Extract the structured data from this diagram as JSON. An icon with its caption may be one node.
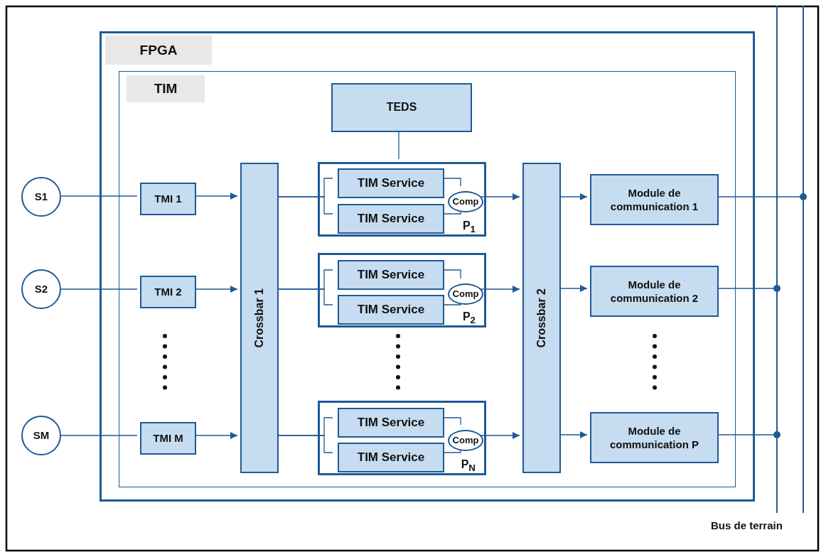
{
  "diagram": {
    "nodes": [
      {
        "text": [
          "FPGA"
        ]
      },
      {
        "text": [
          "TIM"
        ],
        "in": 0
      },
      {
        "text": [
          "TEDS"
        ],
        "in": 1
      },
      {
        "text": [
          "TMI 1"
        ],
        "in": 1
      },
      {
        "text": [
          "TMI 2"
        ],
        "in": 1
      },
      {
        "text": [
          "TMI M"
        ],
        "in": 1
      },
      {
        "text": [
          "Crossbar 1"
        ],
        "in": 1
      },
      {
        "text": [
          "P$_{1}$"
        ],
        "in": 1
      },
      {
        "text": [
          "TIM Service"
        ],
        "in": 7
      },
      {
        "text": [
          "TIM Service"
        ],
        "in": 7
      },
      {
        "text": [
          "Comp"
        ],
        "in": 7
      },
      {
        "text": [
          "P$_{2}$"
        ],
        "in": 1
      },
      {
        "text": [
          "TIM Service"
        ],
        "in": 11
      },
      {
        "text": [
          "TIM Service"
        ],
        "in": 11
      },
      {
        "text": [
          "Comp"
        ],
        "in": 11
      },
      {
        "text": [
          "P$_{N}$"
        ],
        "in": 1
      },
      {
        "text": [
          "TIM Service"
        ],
        "in": 15
      },
      {
        "text": [
          "TIM Service"
        ],
        "in": 15
      },
      {
        "text": [
          "Comp"
        ],
        "in": 15
      },
      {
        "text": [
          "Crossbar 2"
        ],
        "in": 1
      },
      {
        "text": [
          "Module de communication 1"
        ],
        "in": 1
      },
      {
        "text": [
          "Module de communication 2"
        ],
        "in": 1
      },
      {
        "text": [
          "Module de communication P"
        ],
        "in": 1
      },
      {
        "text": [
          "S1"
        ]
      },
      {
        "text": [
          "S2"
        ]
      },
      {
        "text": [
          "SM"
        ]
      },
      {
        "text": [],
        "shape": "bar"
      },
      {
        "text": [],
        "shape": "bar"
      }
    ],
    "edges": [
      {
        "from": 23,
        "to": 3,
        "arrow": "none"
      },
      {
        "from": 3,
        "to": 6,
        "arrow": "to"
      },
      {
        "from": 24,
        "to": 4,
        "arrow": "none"
      },
      {
        "from": 4,
        "to": 6,
        "arrow": "to"
      },
      {
        "from": 25,
        "to": 5,
        "arrow": "none"
      },
      {
        "from": 5,
        "to": 6,
        "arrow": "to"
      },
      {
        "from": 2,
        "to": 7,
        "arrow": "none"
      },
      {
        "from": 6,
        "to": 8,
        "arrow": "none"
      },
      {
        "from": 6,
        "to": 9,
        "arrow": "none"
      },
      {
        "from": 8,
        "to": 10,
        "arrow": "none"
      },
      {
        "from": 9,
        "to": 10,
        "arrow": "none"
      },
      {
        "from": 10,
        "to": 19,
        "arrow": "to"
      },
      {
        "from": 6,
        "to": 12,
        "arrow": "none"
      },
      {
        "from": 6,
        "to": 13,
        "arrow": "none"
      },
      {
        "from": 12,
        "to": 14,
        "arrow": "none"
      },
      {
        "from": 13,
        "to": 14,
        "arrow": "none"
      },
      {
        "from": 14,
        "to": 19,
        "arrow": "to"
      },
      {
        "from": 6,
        "to": 16,
        "arrow": "none"
      },
      {
        "from": 6,
        "to": 17,
        "arrow": "none"
      },
      {
        "from": 16,
        "to": 18,
        "arrow": "none"
      },
      {
        "from": 17,
        "to": 18,
        "arrow": "none"
      },
      {
        "from": 18,
        "to": 19,
        "arrow": "to"
      },
      {
        "from": 19,
        "to": 20,
        "arrow": "to"
      },
      {
        "from": 19,
        "to": 21,
        "arrow": "to"
      },
      {
        "from": 19,
        "to": 22,
        "arrow": "to"
      },
      {
        "from": 20,
        "to": 27,
        "arrow": "other"
      },
      {
        "from": 21,
        "to": 26,
        "arrow": "other"
      },
      {
        "from": 22,
        "to": 26,
        "arrow": "other"
      }
    ],
    "labels": [
      "Bus de terrain"
    ]
  }
}
